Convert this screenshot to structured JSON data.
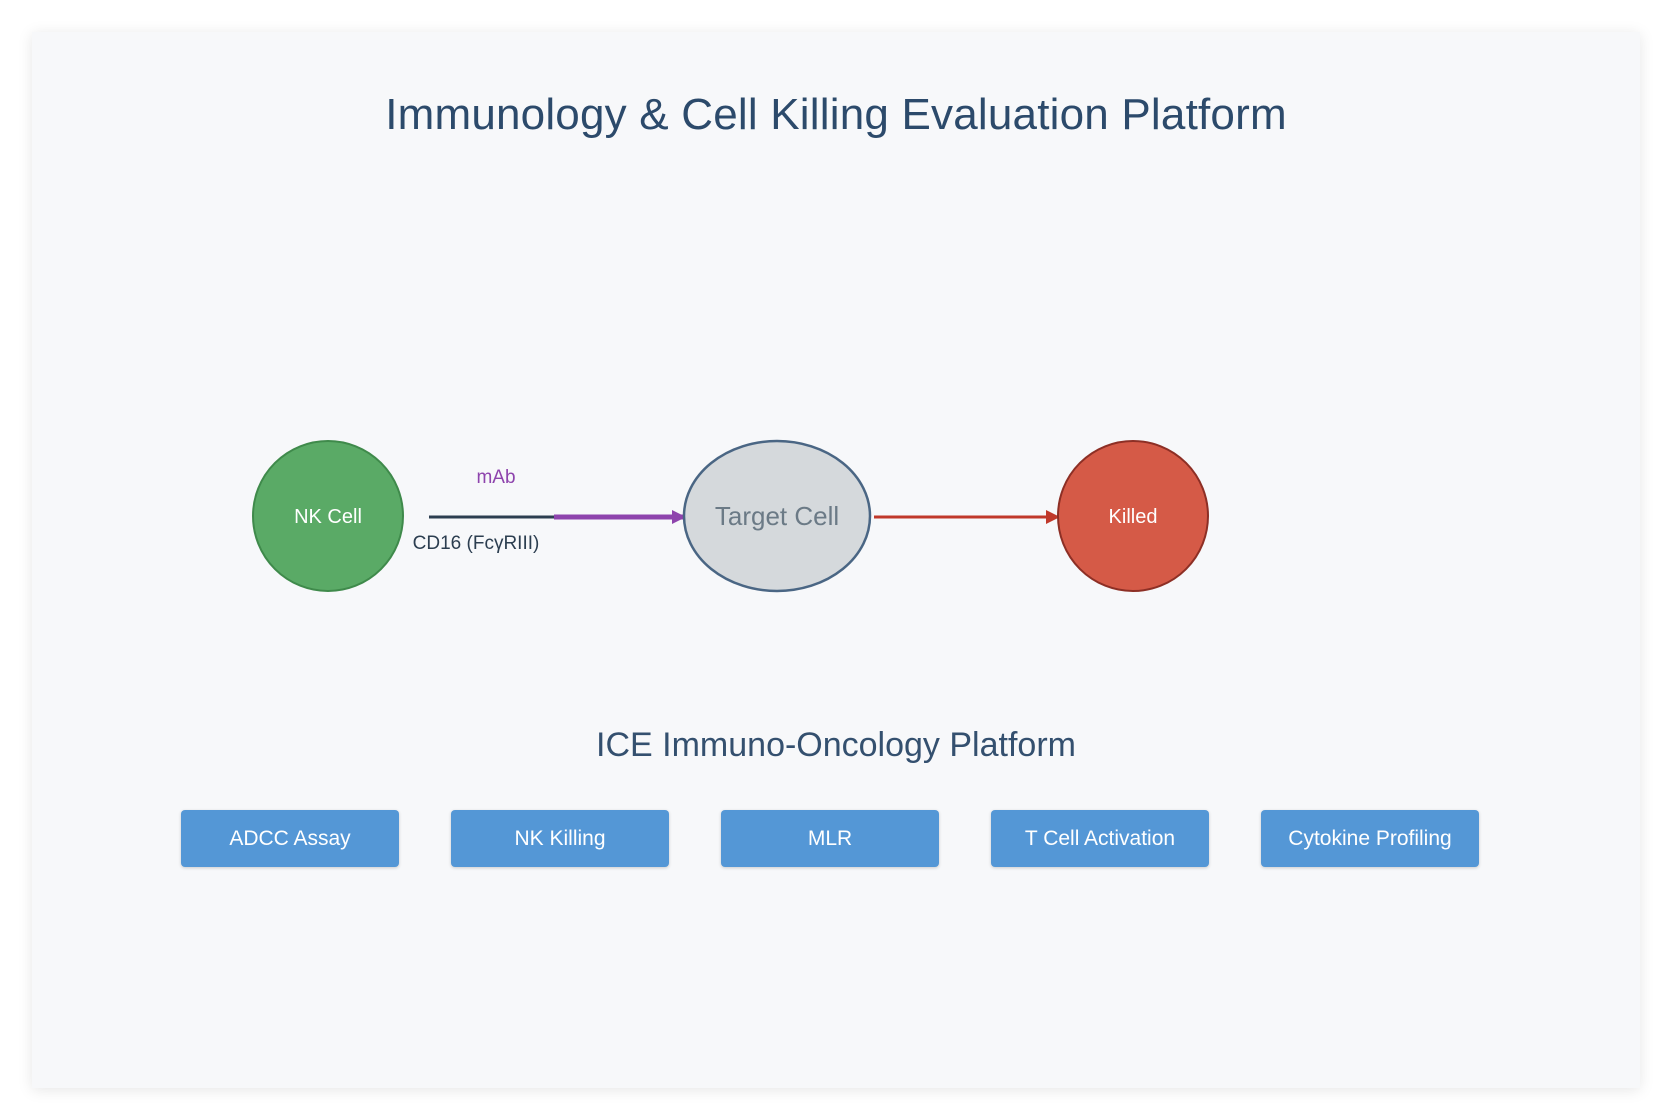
{
  "title": "Immunology & Cell Killing Evaluation Platform",
  "diagram": {
    "nodes": {
      "nk_cell": {
        "label": "NK Cell",
        "color": "#5aaa66"
      },
      "target_cell": {
        "label": "Target Cell",
        "color": "#d5d9dc"
      },
      "killed": {
        "label": "Killed",
        "color": "#d55a47"
      }
    },
    "edges": {
      "antibody_label": "mAb",
      "receptor_label": "CD16 (FcγRIII)",
      "antibody_color": "#8e44ad",
      "kill_color": "#c0392b",
      "line_color": "#2c3e50"
    }
  },
  "platform": {
    "title": "ICE Immuno-Oncology Platform",
    "buttons": [
      {
        "label": "ADCC Assay"
      },
      {
        "label": "NK Killing"
      },
      {
        "label": "MLR"
      },
      {
        "label": "T Cell Activation"
      },
      {
        "label": "Cytokine Profiling"
      }
    ],
    "button_color": "#5497d6"
  }
}
